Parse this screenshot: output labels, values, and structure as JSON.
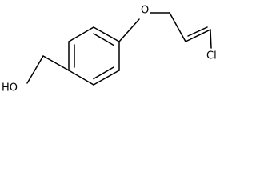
{
  "molecule": {
    "atoms": {
      "oxygen_ether": "O",
      "chlorine": "Cl",
      "hydroxyl": "HO"
    }
  }
}
